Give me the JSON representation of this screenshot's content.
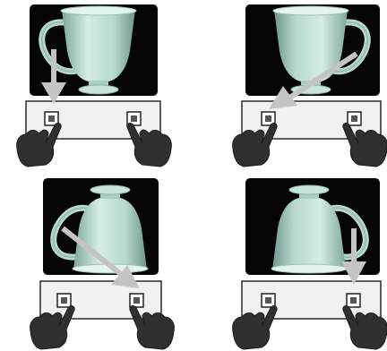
{
  "figure": {
    "panels": [
      {
        "id": "upright-left",
        "cup_orientation": "upright",
        "handle_side": "left",
        "pressed_button": "left",
        "arrow": "straight-down"
      },
      {
        "id": "upright-right",
        "cup_orientation": "upright",
        "handle_side": "right",
        "pressed_button": "left",
        "arrow": "diagonal-down-left"
      },
      {
        "id": "inverted-left",
        "cup_orientation": "upside-down",
        "handle_side": "left",
        "pressed_button": "right",
        "arrow": "diagonal-down-right"
      },
      {
        "id": "inverted-right",
        "cup_orientation": "upside-down",
        "handle_side": "right",
        "pressed_button": "right",
        "arrow": "straight-down"
      }
    ],
    "colors": {
      "screen": "#050505",
      "cup": "#b9d9cf",
      "cup_shadow": "#7fa79b",
      "arrow": "#c4c4c4",
      "hand": "#2f2f2f",
      "console": "#f1f1f1"
    }
  }
}
